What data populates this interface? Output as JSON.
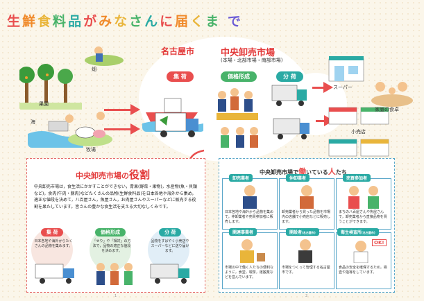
{
  "title": {
    "chars": [
      "生",
      "鮮",
      "食",
      "料",
      "品",
      "が",
      "み",
      "な",
      "さ",
      "ん",
      "に",
      "届",
      "く",
      "ま",
      "",
      "で"
    ],
    "colors": [
      "#e94e4e",
      "#f08a2a",
      "#e9b53a",
      "#48b36a",
      "#2aaaa4",
      "#e94e4e",
      "#f08a2a",
      "#e9b53a",
      "#48b36a",
      "#2aaaa4",
      "#e94e4e",
      "#f08a2a",
      "#e9b53a",
      "#48b36a",
      "#2aaaa4",
      "#6b5bd6"
    ]
  },
  "flow": {
    "city": "名古屋市",
    "market": "中央卸売市場",
    "market_sub": "(本場・北部市場・南部市場)",
    "collect": "集 荷",
    "pricing": "価格形成",
    "distribute": "分 荷",
    "sea": "海",
    "field": "畑",
    "orchard": "果園",
    "ranch": "牧場",
    "supermarket": "スーパー",
    "retail": "小売店",
    "home": "家庭の食卓"
  },
  "left_panel": {
    "title": "中央卸売市場の",
    "title_em": "役割",
    "body": "中央卸売市場は，食生活にかかすことができない，青果(野菜・果物)，水産物(魚・貝類など)，食肉(牛肉・豚肉)などたくさんの品物(生鮮食料品)を日本各地や海外から集め，適正な値段を決めて，八百屋さん，魚屋さん，お肉屋さんやスーパーなどに販売する役割を果たしています。皆さんの豊かな食生活を支える大切なしくみです。",
    "roles": [
      {
        "label": "集 荷",
        "text": "日本各地や海外からたくさんの品物を集めます。"
      },
      {
        "label": "価格形成",
        "text": "「せり」や「相対」の方法で，品物の適正な値段を決めます。"
      },
      {
        "label": "分 荷",
        "text": "品物をすばやく小売店やスーパーなどに送り届けます。"
      }
    ]
  },
  "right_panel": {
    "title_pre": "中央卸売市場で",
    "title_em": "働",
    "title_post": "いている",
    "title_em2": "人",
    "title_end": "たち",
    "roles": [
      {
        "name": "卸売業者",
        "text": "日本各地や海外から品物を集めて，仲卸業者や売買参加者に販売します。",
        "color": "#2aaaa4"
      },
      {
        "name": "仲卸業者",
        "text": "卸売業者から買った品物を市場内の店舗で小売店などに販売します。",
        "color": "#2aaaa4"
      },
      {
        "name": "売買参加者",
        "text": "まちの八百屋さんや魚屋さんで，卸売業者から直接品物を買うことができます。",
        "color": "#2aaaa4"
      },
      {
        "name": "関連事業者",
        "text": "市場の中で働く人たちの便利なように，食堂，喫茶，運搬業などを営んでいます。",
        "color": "#2aaaa4"
      },
      {
        "name": "開設者",
        "text": "市場をつくって管理する名古屋市です。",
        "color": "#2aaaa4",
        "sub": "(名古屋市)"
      },
      {
        "name": "衛生検査所",
        "text": "食品の安全を確保するため，検査や指導をしています。",
        "color": "#2aaaa4",
        "sub": "(名古屋市)"
      }
    ],
    "ok": "OK!"
  },
  "pages": {
    "left": "1",
    "right": "2"
  }
}
